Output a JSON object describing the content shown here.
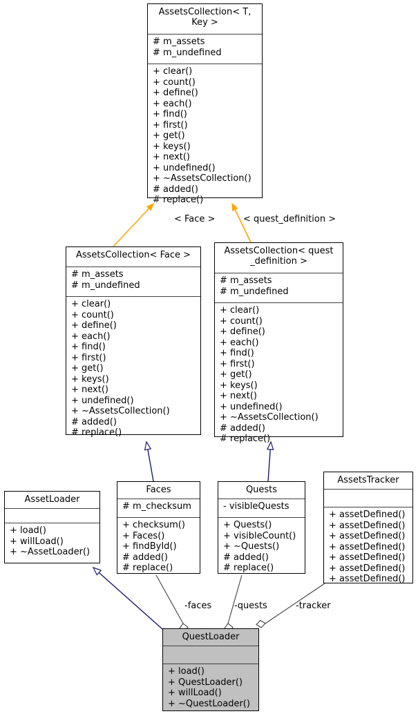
{
  "diagram": {
    "title": "QuestLoader class inheritance diagram",
    "colors": {
      "inheritance_edge": "#191970",
      "template_edge": "#ffa500",
      "aggregation_edge": "#404040",
      "box_border": "#000000",
      "highlight_fill": "#c0c0c0",
      "background": "#ffffff"
    }
  },
  "classes": [
    {
      "id": "assets-collection-generic",
      "name": "AssetsCollection< T,\nKey >",
      "attributes": [
        "# m_assets",
        "# m_undefined"
      ],
      "operations": [
        "+ clear()",
        "+ count()",
        "+ define()",
        "+ each()",
        "+ find()",
        "+ first()",
        "+ get()",
        "+ keys()",
        "+ next()",
        "+ undefined()",
        "+ ~AssetsCollection()",
        "# added()",
        "# replace()"
      ],
      "highlighted": false
    },
    {
      "id": "assets-collection-face",
      "name": "AssetsCollection< Face >",
      "attributes": [
        "# m_assets",
        "# m_undefined"
      ],
      "operations": [
        "+ clear()",
        "+ count()",
        "+ define()",
        "+ each()",
        "+ find()",
        "+ first()",
        "+ get()",
        "+ keys()",
        "+ next()",
        "+ undefined()",
        "+ ~AssetsCollection()",
        "# added()",
        "# replace()"
      ],
      "highlighted": false
    },
    {
      "id": "assets-collection-quest-definition",
      "name": "AssetsCollection< quest\n_definition >",
      "attributes": [
        "# m_assets",
        "# m_undefined"
      ],
      "operations": [
        "+ clear()",
        "+ count()",
        "+ define()",
        "+ each()",
        "+ find()",
        "+ first()",
        "+ get()",
        "+ keys()",
        "+ next()",
        "+ undefined()",
        "+ ~AssetsCollection()",
        "# added()",
        "# replace()"
      ],
      "highlighted": false
    },
    {
      "id": "asset-loader",
      "name": "AssetLoader",
      "attributes": [],
      "operations": [
        "+ load()",
        "+ willLoad()",
        "+ ~AssetLoader()"
      ],
      "highlighted": false
    },
    {
      "id": "faces",
      "name": "Faces",
      "attributes": [
        "# m_checksum"
      ],
      "operations": [
        "+ checksum()",
        "+ Faces()",
        "+ findById()",
        "# added()",
        "# replace()"
      ],
      "highlighted": false
    },
    {
      "id": "quests",
      "name": "Quests",
      "attributes": [
        "- visibleQuests"
      ],
      "operations": [
        "+ Quests()",
        "+ visibleCount()",
        "+ ~Quests()",
        "# added()",
        "# replace()"
      ],
      "highlighted": false
    },
    {
      "id": "assets-tracker",
      "name": "AssetsTracker",
      "attributes": [],
      "operations": [
        "+ assetDefined()",
        "+ assetDefined()",
        "+ assetDefined()",
        "+ assetDefined()",
        "+ assetDefined()",
        "+ assetDefined()",
        "+ assetDefined()"
      ],
      "highlighted": false
    },
    {
      "id": "quest-loader",
      "name": "QuestLoader",
      "attributes": [],
      "operations": [
        "+ load()",
        "+ QuestLoader()",
        "+ willLoad()",
        "+ ~QuestLoader()"
      ],
      "highlighted": true
    }
  ],
  "edge_labels": [
    {
      "id": "face-template",
      "text": "< Face >"
    },
    {
      "id": "quest-definition-template",
      "text": "< quest_definition >"
    },
    {
      "id": "faces-role",
      "text": "-faces"
    },
    {
      "id": "quests-role",
      "text": "-quests"
    },
    {
      "id": "tracker-role",
      "text": "-tracker"
    }
  ]
}
